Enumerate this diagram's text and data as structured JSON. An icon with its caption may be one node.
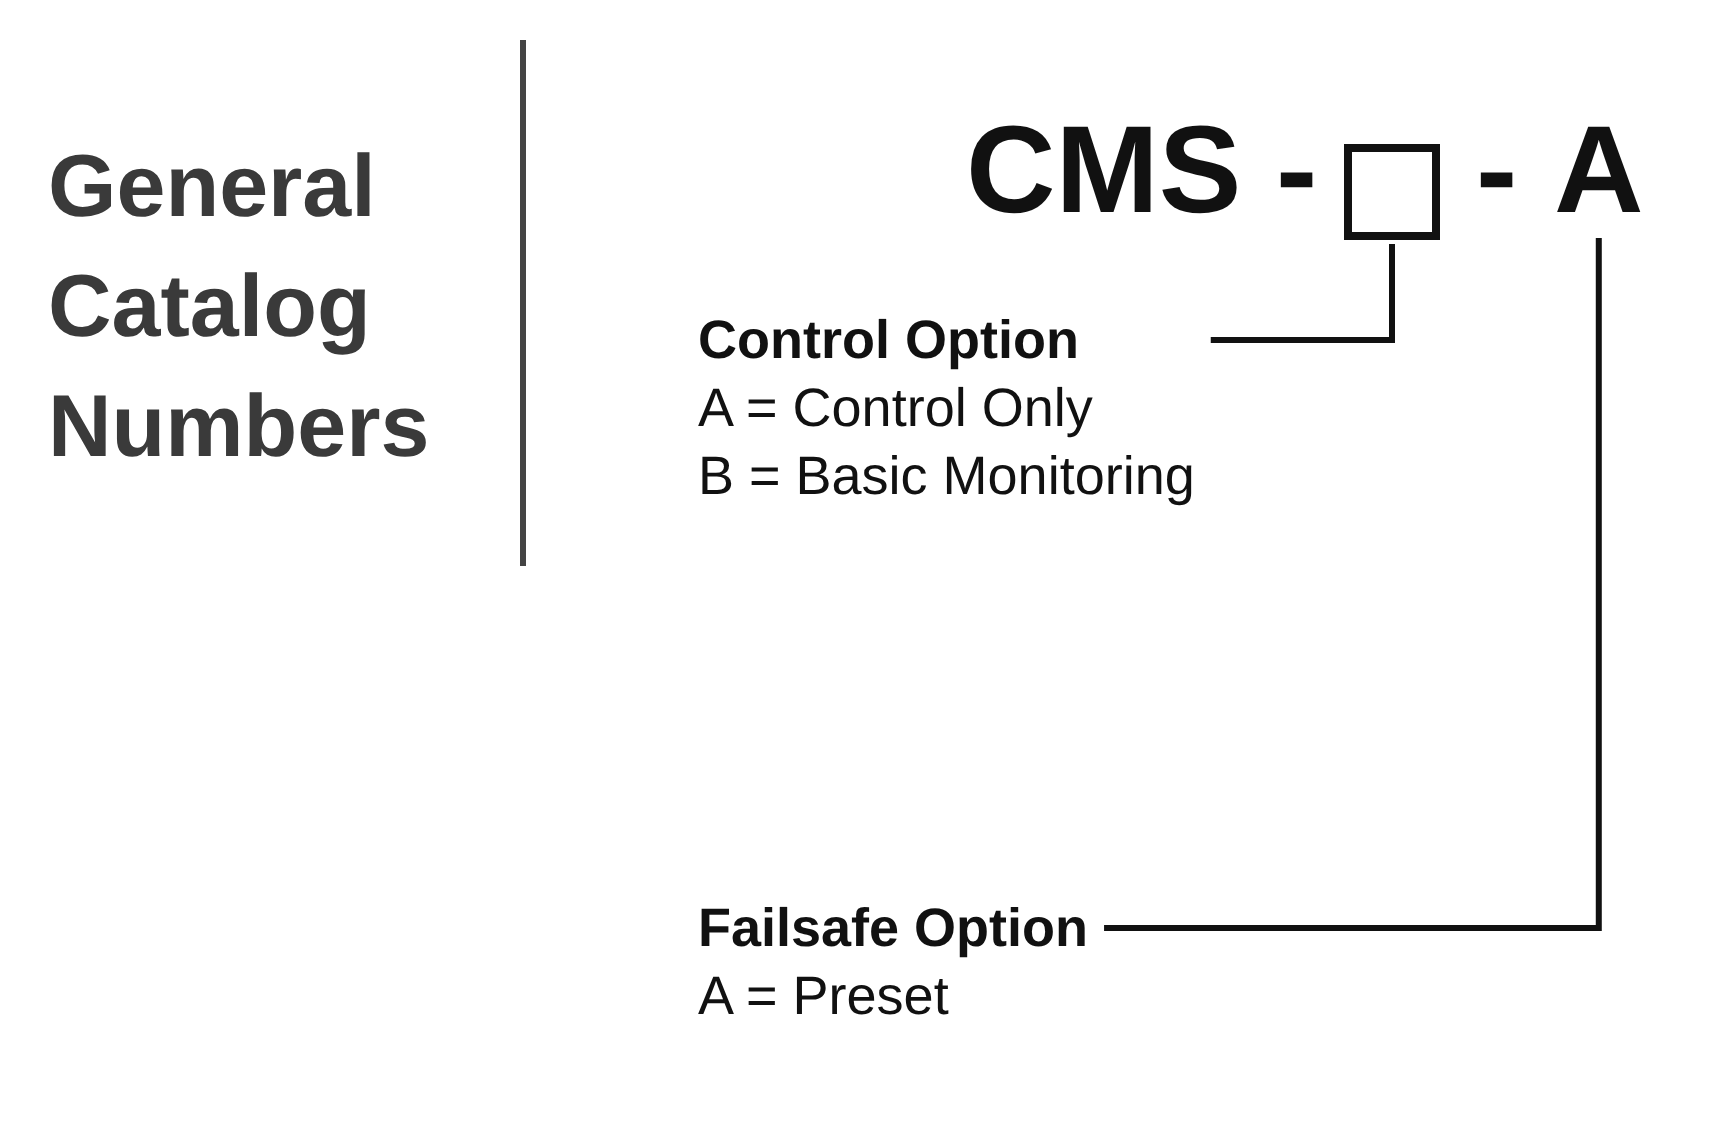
{
  "diagram": {
    "title": "General Catalog Numbers",
    "nodes": [
      {
        "text": [],
        "shape": "box"
      },
      {
        "text": [
          "A"
        ]
      },
      {
        "text": [
          "Control Option",
          "A = Control Only",
          "B = Basic Monitoring"
        ]
      },
      {
        "text": [
          "Failsafe Option",
          "A = Preset"
        ]
      }
    ],
    "edges": [
      {
        "from": 2,
        "to": 0,
        "arrow": "none"
      },
      {
        "from": 3,
        "to": 1,
        "arrow": "none"
      }
    ],
    "labels": [
      "CMS -",
      "-"
    ]
  }
}
